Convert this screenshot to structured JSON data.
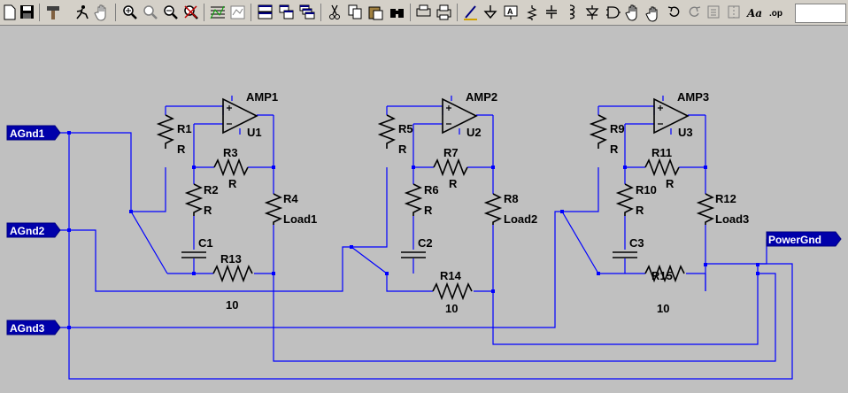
{
  "toolbar": {
    "icons": [
      "new-icon",
      "save-icon",
      "hammer-icon",
      "run-icon",
      "pan-icon",
      "zoom-in-icon",
      "zoom-area-icon",
      "zoom-out-icon",
      "zoom-cancel-icon",
      "waveform-icon",
      "waveform2-icon",
      "tile-h-icon",
      "cascade-icon",
      "tile-v-icon",
      "cut-icon",
      "copy-icon",
      "paste-icon",
      "find-icon",
      "print-setup-icon",
      "print-icon",
      "wire-icon",
      "ground-icon",
      "label-icon",
      "resistor-icon",
      "capacitor-icon",
      "inductor-icon",
      "diode-icon",
      "component-icon",
      "move-icon",
      "drag-icon",
      "undo-icon",
      "redo-icon",
      "rotate-icon",
      "mirror-icon",
      "text-icon",
      "spice-directive-icon"
    ],
    "text_button": "Aa",
    "op_button": ".op"
  },
  "schematic": {
    "ports": {
      "agnd1": "AGnd1",
      "agnd2": "AGnd2",
      "agnd3": "AGnd3",
      "powergnd": "PowerGnd"
    },
    "amps": [
      {
        "name": "AMP1",
        "ref": "U1"
      },
      {
        "name": "AMP2",
        "ref": "U2"
      },
      {
        "name": "AMP3",
        "ref": "U3"
      }
    ],
    "resistors": {
      "r1": {
        "name": "R1",
        "value": "R"
      },
      "r2": {
        "name": "R2",
        "value": "R"
      },
      "r3": {
        "name": "R3",
        "value": "R"
      },
      "r4": {
        "name": "R4",
        "value": "Load1"
      },
      "r5": {
        "name": "R5",
        "value": "R"
      },
      "r6": {
        "name": "R6",
        "value": "R"
      },
      "r7": {
        "name": "R7",
        "value": "R"
      },
      "r8": {
        "name": "R8",
        "value": "Load2"
      },
      "r9": {
        "name": "R9",
        "value": "R"
      },
      "r10": {
        "name": "R10",
        "value": "R"
      },
      "r11": {
        "name": "R11",
        "value": "R"
      },
      "r12": {
        "name": "R12",
        "value": "Load3"
      },
      "r13": {
        "name": "R13",
        "value": "10"
      },
      "r14": {
        "name": "R14",
        "value": "10"
      },
      "r15": {
        "name": "R15",
        "value": "10"
      }
    },
    "capacitors": {
      "c1": "C1",
      "c2": "C2",
      "c3": "C3"
    },
    "colors": {
      "wire": "#0000ff",
      "symbol": "#000000",
      "background": "#c0c0c0",
      "flag": "#0000aa"
    }
  }
}
